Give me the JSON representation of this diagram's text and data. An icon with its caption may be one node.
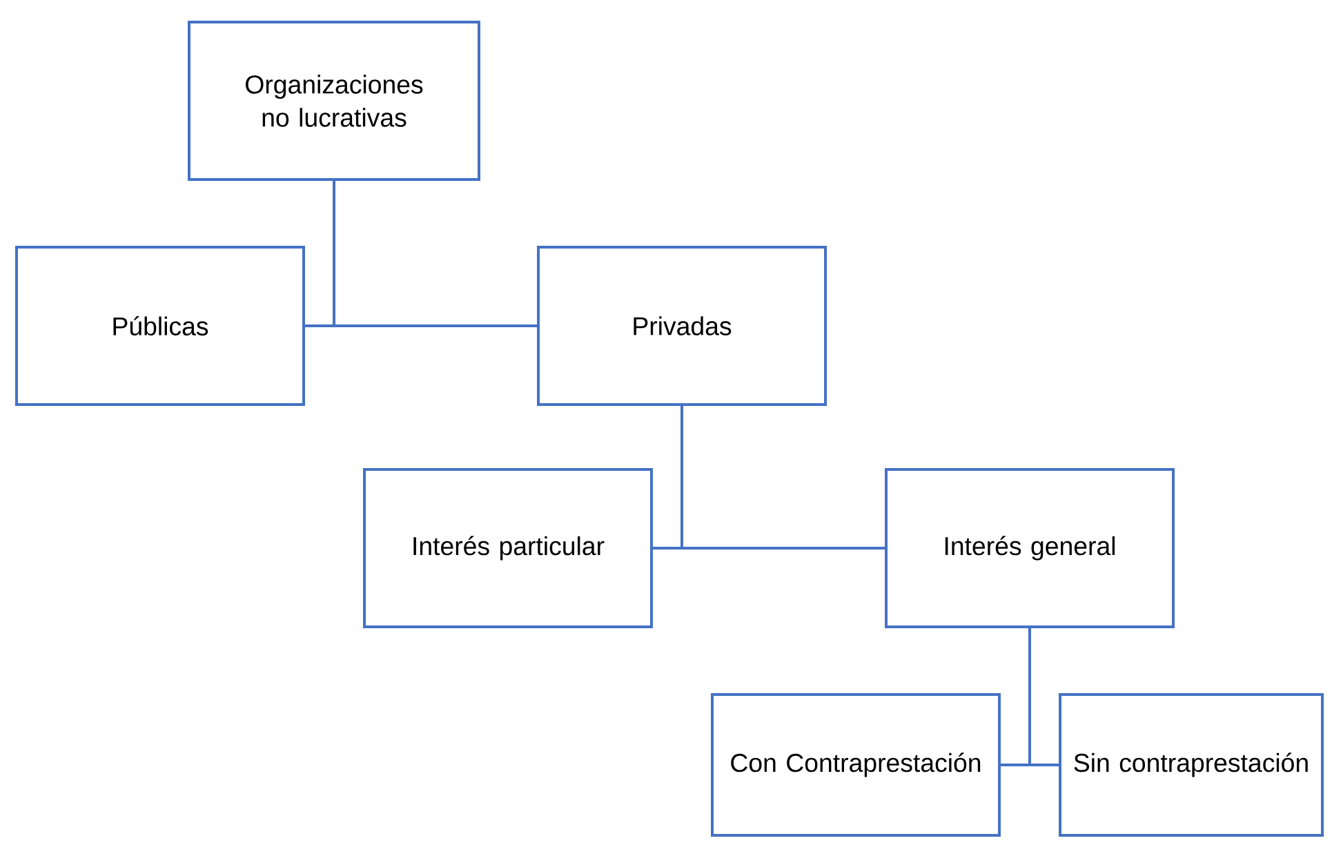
{
  "diagram": {
    "nodes": [
      {
        "text": [
          "Organizaciones no lucrativas"
        ]
      },
      {
        "text": [
          "Públicas"
        ]
      },
      {
        "text": [
          "Privadas"
        ]
      },
      {
        "text": [
          "Interés particular"
        ]
      },
      {
        "text": [
          "Interés general"
        ]
      },
      {
        "text": [
          "Con Contraprestación"
        ]
      },
      {
        "text": [
          "Sin contraprestación"
        ]
      }
    ],
    "edges": [
      {
        "from": 0,
        "to": 1,
        "arrow": "none"
      },
      {
        "from": 0,
        "to": 2,
        "arrow": "none"
      },
      {
        "from": 2,
        "to": 3,
        "arrow": "none"
      },
      {
        "from": 2,
        "to": 4,
        "arrow": "none"
      },
      {
        "from": 4,
        "to": 5,
        "arrow": "none"
      },
      {
        "from": 4,
        "to": 6,
        "arrow": "none"
      }
    ]
  }
}
